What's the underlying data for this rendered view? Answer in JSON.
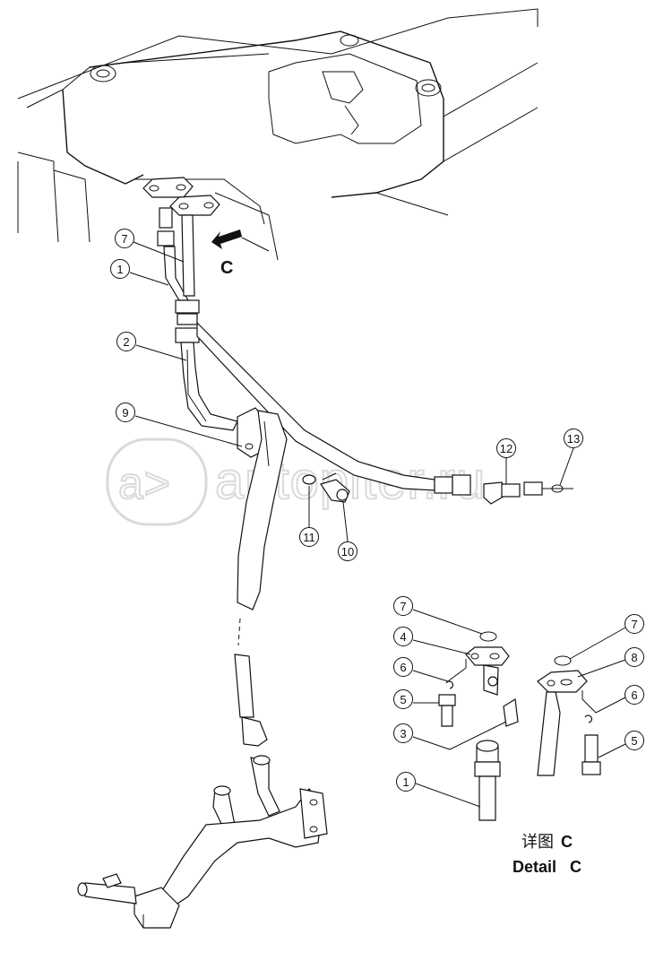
{
  "watermark": "autopiter.ru",
  "view_label": "C",
  "detail_title_cn": "详图",
  "detail_title_en": "Detail",
  "detail_letter": "C",
  "callouts": {
    "c1": "1",
    "c2": "2",
    "c7": "7",
    "c9": "9",
    "c10": "10",
    "c11": "11",
    "c12": "12",
    "c13": "13",
    "d7a": "7",
    "d4": "4",
    "d6a": "6",
    "d5a": "5",
    "d3": "3",
    "d1": "1",
    "d7b": "7",
    "d8": "8",
    "d6b": "6",
    "d5b": "5"
  }
}
